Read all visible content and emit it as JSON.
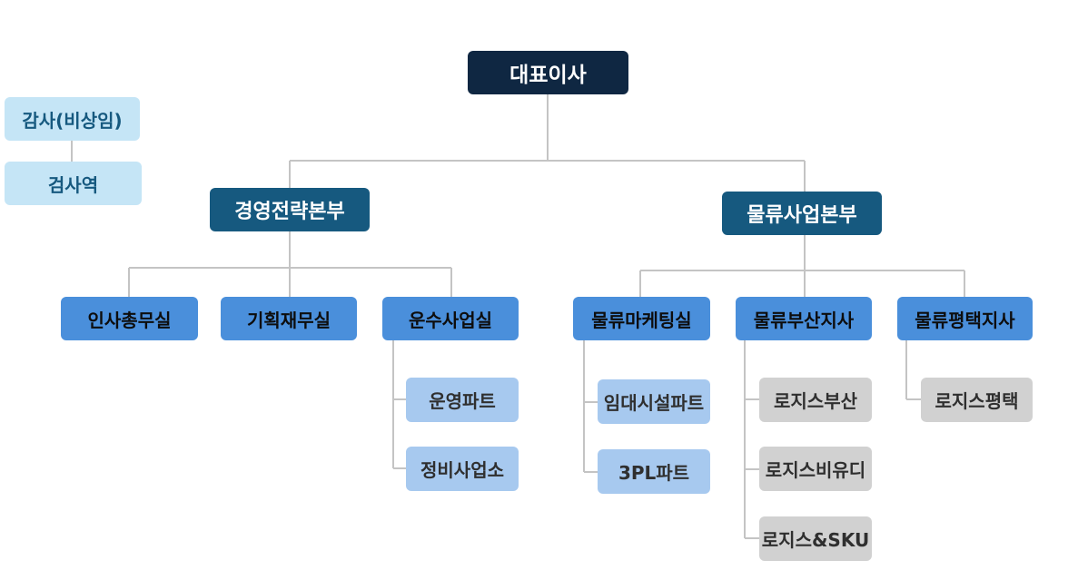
{
  "chart": {
    "ceo": "대표이사",
    "audit": [
      "감사(비상임)",
      "검사역"
    ],
    "hq_management": "경영전략본부",
    "hq_logistics": "물류사업본부",
    "management_depts": [
      "인사총무실",
      "기획재무실",
      "운수사업실"
    ],
    "transport_parts": [
      "운영파트",
      "정비사업소"
    ],
    "logistics_depts": [
      "물류마케팅실",
      "물류부산지사",
      "물류평택지사"
    ],
    "marketing_parts": [
      "임대시설파트",
      "3PL파트"
    ],
    "busan_parts": [
      "로지스부산",
      "로지스비유디",
      "로지스&SKU"
    ],
    "pyeongtaek_parts": [
      "로지스평택"
    ]
  }
}
